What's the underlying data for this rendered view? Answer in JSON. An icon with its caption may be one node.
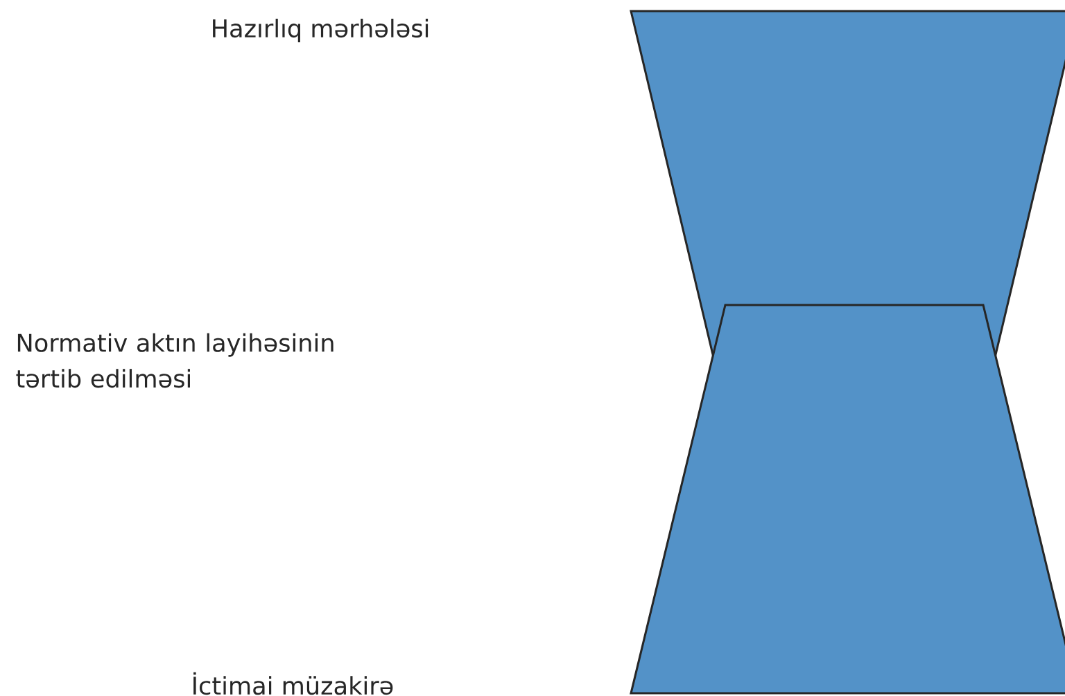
{
  "diagram": {
    "nodes": [
      {
        "text": [],
        "shape": "trapezoid"
      },
      {
        "text": [],
        "shape": "trapezoid"
      }
    ],
    "labels": [
      "Hazırlıq mərhələsi",
      "Normativ aktın layihəsinin tərtib edilməsi",
      "İctimai müzakirə"
    ]
  }
}
